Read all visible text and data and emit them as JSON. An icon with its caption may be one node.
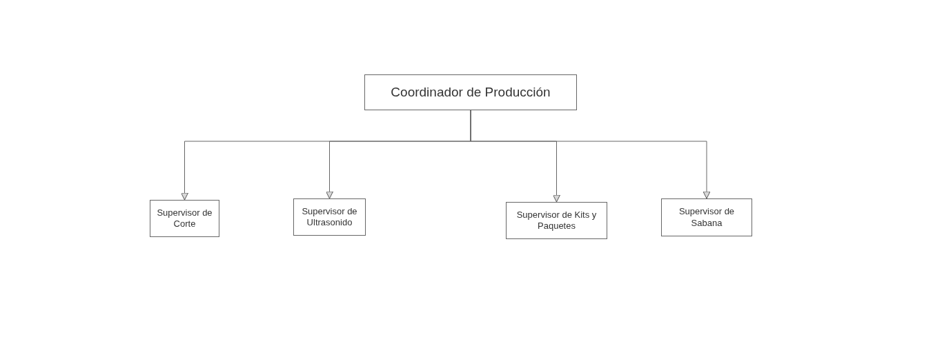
{
  "diagram": {
    "nodes": [
      {
        "text": [
          "Coordinador de Producción"
        ]
      },
      {
        "text": [
          "Supervisor de Corte"
        ]
      },
      {
        "text": [
          "Supervisor de Ultrasonido"
        ]
      },
      {
        "text": [
          "Supervisor de Kits y Paquetes"
        ]
      },
      {
        "text": [
          "Supervisor de Sabana"
        ]
      }
    ],
    "edges": [
      {
        "from": 0,
        "to": 1,
        "arrow": "to"
      },
      {
        "from": 0,
        "to": 2,
        "arrow": "to"
      },
      {
        "from": 0,
        "to": 3,
        "arrow": "to"
      },
      {
        "from": 0,
        "to": 4,
        "arrow": "to"
      }
    ]
  }
}
